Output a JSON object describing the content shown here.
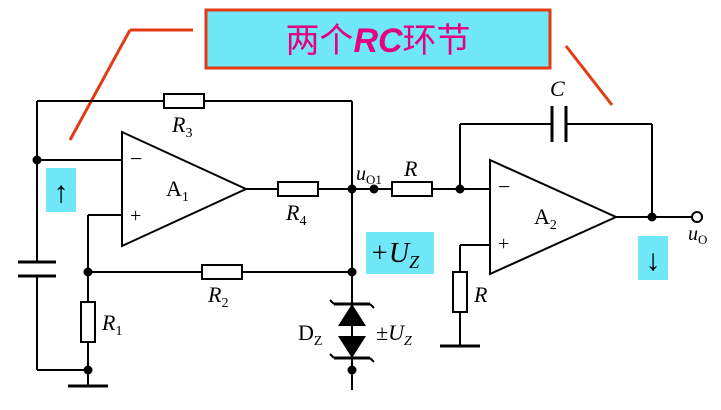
{
  "title": {
    "prefix": "两个",
    "highlight": "RC",
    "suffix": "环节"
  },
  "op_amps": {
    "a1": {
      "main": "A",
      "sub": "1"
    },
    "a2": {
      "main": "A",
      "sub": "2"
    }
  },
  "resistors": {
    "r3": {
      "main": "R",
      "sub": "3"
    },
    "r4": {
      "main": "R",
      "sub": "4"
    },
    "r2": {
      "main": "R",
      "sub": "2"
    },
    "r1": {
      "main": "R",
      "sub": "1"
    },
    "r_series": "R",
    "r_ground": "R"
  },
  "capacitor_c": "C",
  "zener": {
    "main": "D",
    "sub": "Z",
    "voltage": "±U",
    "voltage_sub": "Z"
  },
  "nodes": {
    "uo1": {
      "main": "u",
      "sub": "O1"
    },
    "uo": {
      "main": "u",
      "sub": "O"
    }
  },
  "plus_uz": {
    "main": "+U",
    "sub": "Z"
  },
  "pin_minus": "−",
  "pin_plus": "+",
  "arrows": {
    "up": "↑",
    "down": "↓"
  },
  "colors": {
    "title_text": "#e6007e",
    "title_border": "#e23a12",
    "highlight_box": "#6fe7f7",
    "callout_line": "#e23a12"
  }
}
